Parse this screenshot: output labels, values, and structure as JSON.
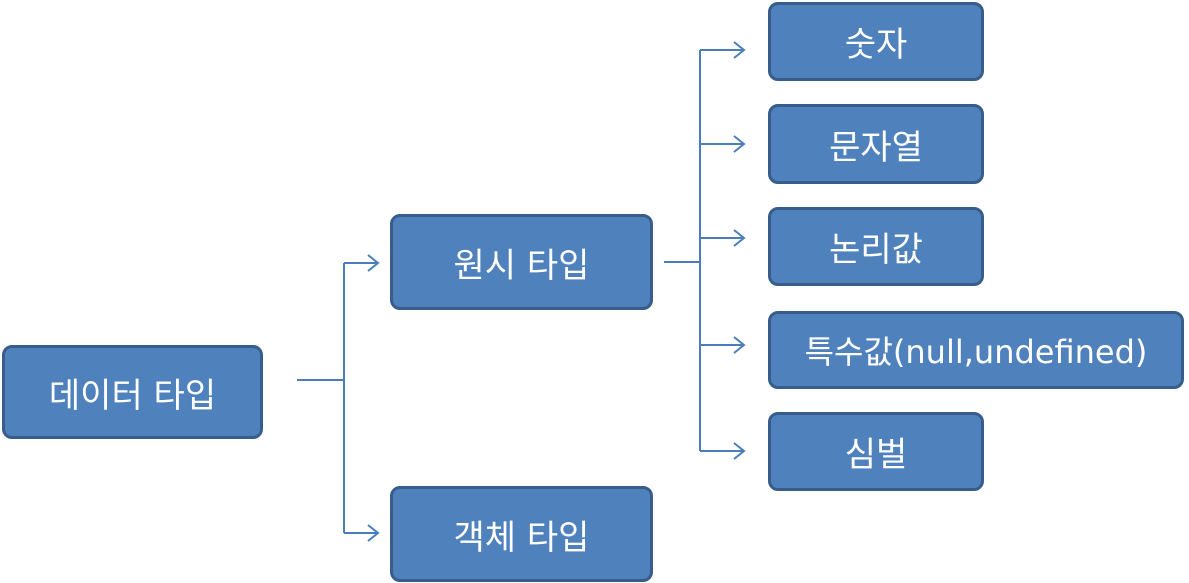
{
  "diagram": {
    "root": "데이터 타입",
    "primitive": "원시 타입",
    "object": "객체 타입",
    "primitive_children": [
      "숫자",
      "문자열",
      "논리값",
      "특수값(null,undefined)",
      "심벌"
    ],
    "colors": {
      "box_fill": "#4f81bd",
      "box_border": "#385d8a",
      "connector": "#4a7ebb",
      "text": "#ffffff"
    }
  }
}
